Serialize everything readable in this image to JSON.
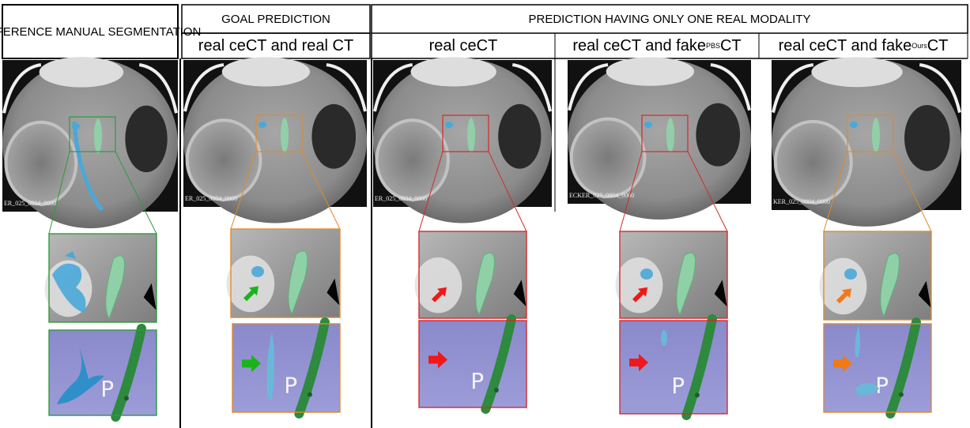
{
  "figure": {
    "headers": {
      "reference": "REFERENCE MANUAL SEGMENTATION",
      "goal": "GOAL PREDICTION",
      "one_modality": "PREDICTION HAVING ONLY ONE REAL MODALITY"
    },
    "columns": [
      {
        "id": "reference",
        "label_main": "",
        "label_sub": "",
        "label_tail": "",
        "roi_color": "#2f9a3e",
        "arrow_color": ""
      },
      {
        "id": "goal",
        "label_main": "real ceCT and real CT",
        "label_sub": "",
        "label_tail": "",
        "roi_color": "#e08a2c",
        "arrow_color": "#1bb31b"
      },
      {
        "id": "real-cect",
        "label_main": "real ceCT",
        "label_sub": "",
        "label_tail": "",
        "roi_color": "#d42a2a",
        "arrow_color": "#f01818"
      },
      {
        "id": "fake-pbs",
        "label_main": "real ceCT and fake",
        "label_sub": "PBS",
        "label_tail": " CT",
        "roi_color": "#d42a2a",
        "arrow_color": "#f01818"
      },
      {
        "id": "fake-ours",
        "label_main": "real ceCT and fake",
        "label_sub": "Ours",
        "label_tail": " CT",
        "roi_color": "#e08a2c",
        "arrow_color": "#f07a18"
      }
    ],
    "scan_captions": [
      "ER_025_0804_0000",
      "ER_025_0804_0000",
      "ER_025_0804_0000",
      "ECKER_025_0804_0000",
      "KER_025_0804_0000"
    ],
    "render_letter": "P",
    "colors": {
      "segmentation_blue": "#4aa8d8",
      "segmentation_green": "#8fd4a8",
      "render_blue": "#2f90c9",
      "render_green": "#2e8a3e",
      "render_background": "#8c8ccf"
    }
  }
}
